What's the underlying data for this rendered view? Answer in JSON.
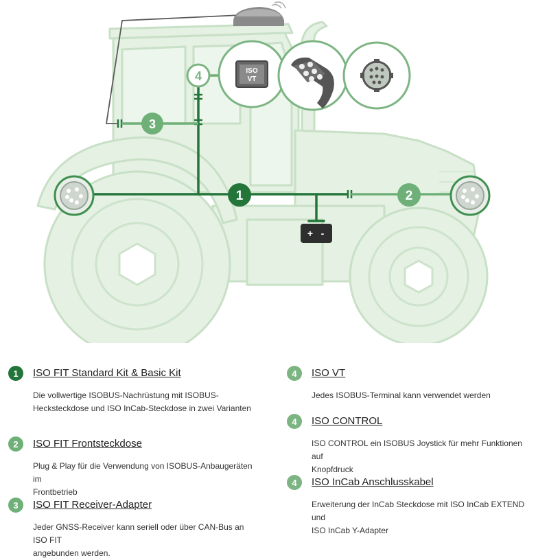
{
  "colors": {
    "accent": "#3f8f4e",
    "accent_dark": "#23753a",
    "accent_mid": "#5aa764",
    "badge_light": "#7cb482",
    "tractor_fill": "#e4f1e3",
    "tractor_stroke": "#c6dfc4",
    "battery": "#2e2e2e"
  },
  "diagram": {
    "iso_vt_line1": "ISO",
    "iso_vt_line2": "VT",
    "battery_plus": "+",
    "battery_minus": "-",
    "markers": [
      {
        "number": "1"
      },
      {
        "number": "2"
      },
      {
        "number": "3"
      },
      {
        "number": "4"
      }
    ],
    "icons": [
      "terminal-icon",
      "joystick-icon",
      "connector-plug-icon",
      "rear-socket-icon",
      "front-socket-icon",
      "gnss-receiver-icon",
      "battery-icon"
    ]
  },
  "legend": [
    {
      "number": "1",
      "title": "ISO FIT Standard Kit & Basic Kit",
      "desc_line1": "Die vollwertige ISOBUS-Nachrüstung mit ISOBUS-",
      "desc_line2": "Hecksteckdose und ISO InCab-Steckdose in zwei Varianten"
    },
    {
      "number": "2",
      "title": "ISO FIT Frontsteckdose",
      "desc_line1": "Plug & Play für die Verwendung von ISOBUS-Anbaugeräten im",
      "desc_line2": "Frontbetrieb"
    },
    {
      "number": "3",
      "title": "ISO FIT Receiver-Adapter",
      "desc_line1": "Jeder GNSS-Receiver kann seriell oder über CAN-Bus an ISO FIT",
      "desc_line2": "angebunden werden."
    },
    {
      "number": "4",
      "title": "ISO VT",
      "desc_line1": "Jedes ISOBUS-Terminal kann verwendet werden",
      "desc_line2": ""
    },
    {
      "number": "4",
      "title": "ISO CONTROL",
      "desc_line1": "ISO CONTROL ein ISOBUS Joystick für mehr Funktionen auf",
      "desc_line2": "Knopfdruck"
    },
    {
      "number": "4",
      "title": "ISO InCab Anschlusskabel",
      "desc_line1": "Erweiterung der InCab Steckdose mit ISO InCab EXTEND und",
      "desc_line2": "ISO InCab Y-Adapter"
    }
  ]
}
